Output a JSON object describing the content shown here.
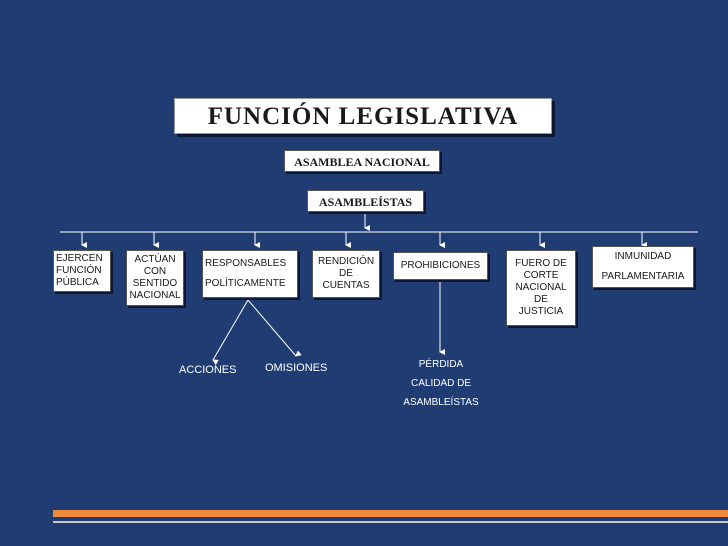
{
  "title": "FUNCIÓN LEGISLATIVA",
  "assembly": "ASAMBLEA NACIONAL",
  "members": "ASAMBLEÍSTAS",
  "branches": [
    {
      "id": "ejercen",
      "lines": [
        "EJERCEN",
        "FUNCIÓN",
        "PÚBLICA"
      ]
    },
    {
      "id": "actuan",
      "lines": [
        "ACTÚAN",
        "CON",
        "SENTIDO",
        "NACIONAL"
      ]
    },
    {
      "id": "responsables",
      "lines": [
        "RESPONSABLES",
        "",
        "POLÍTICAMENTE"
      ]
    },
    {
      "id": "rendicion",
      "lines": [
        "RENDICIÓN",
        "DE",
        "CUENTAS"
      ]
    },
    {
      "id": "prohibiciones",
      "lines": [
        "PROHIBICIONES"
      ]
    },
    {
      "id": "fuero",
      "lines": [
        "FUERO DE",
        "CORTE",
        "NACIONAL",
        "DE",
        "JUSTICIA"
      ]
    },
    {
      "id": "inmunidad",
      "lines": [
        "INMUNIDAD",
        "",
        "PARLAMENTARIA"
      ]
    }
  ],
  "responsables_children": [
    "ACCIONES",
    "OMISIONES"
  ],
  "prohibiciones_child": [
    "PÉRDIDA",
    "CALIDAD DE",
    "ASAMBLEÍSTAS"
  ],
  "colors": {
    "background": "#1f3d73",
    "box": "#ffffff",
    "accent_bar": "#ef8a3c"
  }
}
